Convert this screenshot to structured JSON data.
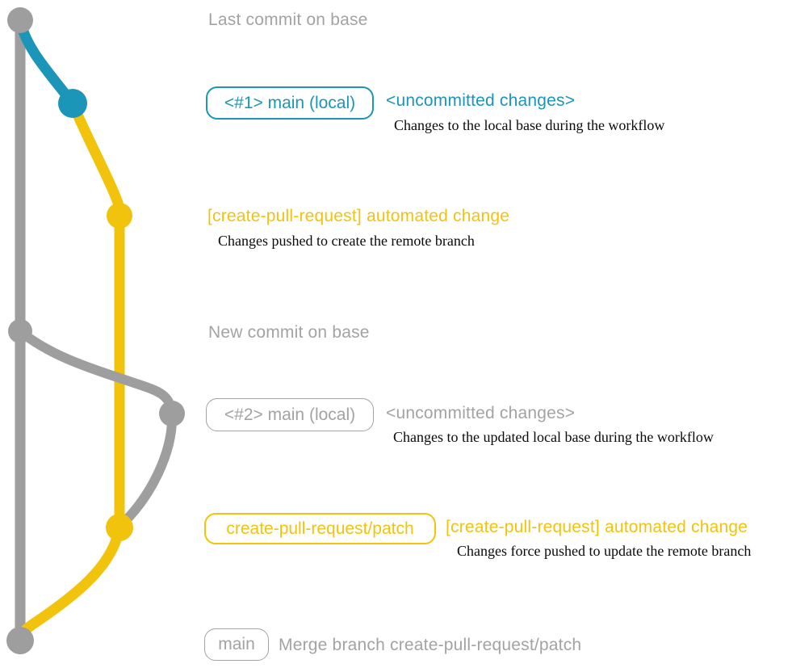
{
  "colors": {
    "gray": "#9e9e9e",
    "gray_text": "#a3a3a3",
    "blue": "#1b95b8",
    "yellow": "#f2c30d",
    "black": "#0a0a0a"
  },
  "graph": {
    "events": {
      "base_top": {
        "title": "Last commit on base"
      },
      "local1": {
        "branch_tag": "<#1> main (local)",
        "message": "<uncommitted changes>",
        "note": "Changes to the local base during the workflow"
      },
      "push1": {
        "message": "[create-pull-request] automated change",
        "note": "Changes pushed to create the remote branch"
      },
      "base_new": {
        "title": "New commit on base"
      },
      "local2": {
        "branch_tag": "<#2> main (local)",
        "message": "<uncommitted changes>",
        "note": "Changes to the updated local base during the workflow"
      },
      "push2": {
        "branch_tag": "create-pull-request/patch",
        "message": "[create-pull-request] automated change",
        "note": "Changes force pushed to update the remote branch"
      },
      "merge": {
        "branch_tag": "main",
        "message": "Merge branch create-pull-request/patch"
      }
    }
  }
}
